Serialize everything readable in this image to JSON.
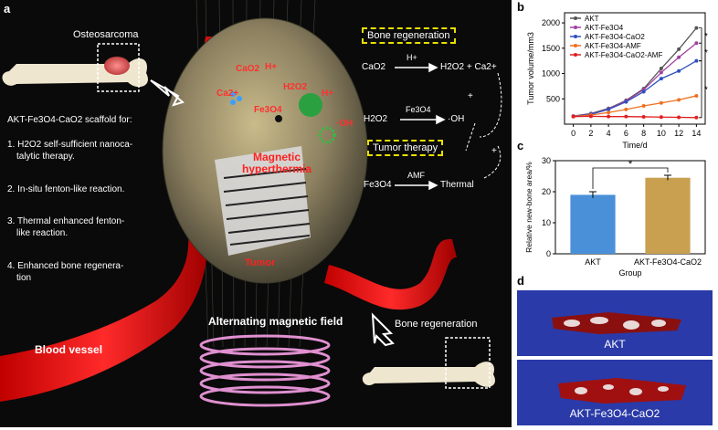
{
  "panel_a": {
    "label": "a",
    "osteosarcoma": "Osteosarcoma",
    "scaffold_title": "AKT-Fe3O4-CaO2 scaffold for:",
    "list": [
      "1. H2O2 self-sufficient nanoca-",
      "talytic therapy.",
      "2. In-situ fenton-like reaction.",
      "3. Thermal enhanced fenton-",
      "like reaction.",
      "4. Enhanced bone regenera-",
      "tion"
    ],
    "bone_regeneration_top": "Bone regeneration",
    "bone_regeneration_bottom": "Bone regeneration",
    "tumor_therapy": "Tumor therapy",
    "rxn1": {
      "reactant": "CaO2",
      "cond": "H+",
      "product": "H2O2 + Ca2+"
    },
    "rxn2": {
      "reactant": "H2O2",
      "cond": "Fe3O4",
      "product": "·OH"
    },
    "rxn3": {
      "reactant": "Fe3O4",
      "cond": "AMF",
      "product": "Thermal"
    },
    "plus": "+",
    "sphere_labels": {
      "cao2": "CaO2",
      "h1": "H+",
      "h2o2": "H2O2",
      "ca": "Ca2+",
      "fe": "Fe3O4",
      "oh": "·OH",
      "h2": "H+"
    },
    "magnetic_hyperthermia": "Magnetic hyperthermia",
    "tumor": "Tumor",
    "blood_vessel": "Blood vessel",
    "amf": "Alternating magnetic field"
  },
  "panel_b": {
    "label": "b",
    "chart_data": {
      "type": "line",
      "x": [
        0,
        2,
        4,
        6,
        8,
        10,
        12,
        14
      ],
      "xlabel": "Time/d",
      "ylabel": "Tumor volume/mm3",
      "yticks": [
        500,
        1000,
        1500,
        2000
      ],
      "ylim": [
        0,
        2200
      ],
      "xlim": [
        -1,
        15
      ],
      "series": [
        {
          "name": "AKT",
          "color": "#555555",
          "values": [
            160,
            210,
            310,
            470,
            700,
            1100,
            1480,
            1900
          ]
        },
        {
          "name": "AKT-Fe3O4",
          "color": "#a040a0",
          "values": [
            155,
            200,
            300,
            460,
            680,
            1020,
            1320,
            1600
          ]
        },
        {
          "name": "AKT-Fe3O4-CaO2",
          "color": "#3050c0",
          "values": [
            150,
            195,
            290,
            440,
            640,
            900,
            1050,
            1250
          ]
        },
        {
          "name": "AKT-Fe3O4-AMF",
          "color": "#f07020",
          "values": [
            150,
            180,
            230,
            290,
            360,
            420,
            480,
            560
          ]
        },
        {
          "name": "AKT-Fe3O4-CaO2-AMF",
          "color": "#e02020",
          "values": [
            150,
            155,
            150,
            150,
            145,
            140,
            135,
            130
          ]
        }
      ],
      "annotations": [
        "*",
        "*",
        "*"
      ]
    }
  },
  "panel_c": {
    "label": "c",
    "chart_data": {
      "type": "bar",
      "categories": [
        "AKT",
        "AKT-Fe3O4-CaO2"
      ],
      "values": [
        19,
        24.5
      ],
      "errors": [
        1,
        0.8
      ],
      "colors": [
        "#4a90d9",
        "#c8a050"
      ],
      "xlabel": "Group",
      "ylabel": "Relative new-bone area/%",
      "yticks": [
        0,
        10,
        20,
        30
      ],
      "ylim": [
        0,
        30
      ],
      "annotation": "*"
    }
  },
  "panel_d": {
    "label": "d",
    "img1_label": "AKT",
    "img2_label": "AKT-Fe3O4-CaO2"
  }
}
